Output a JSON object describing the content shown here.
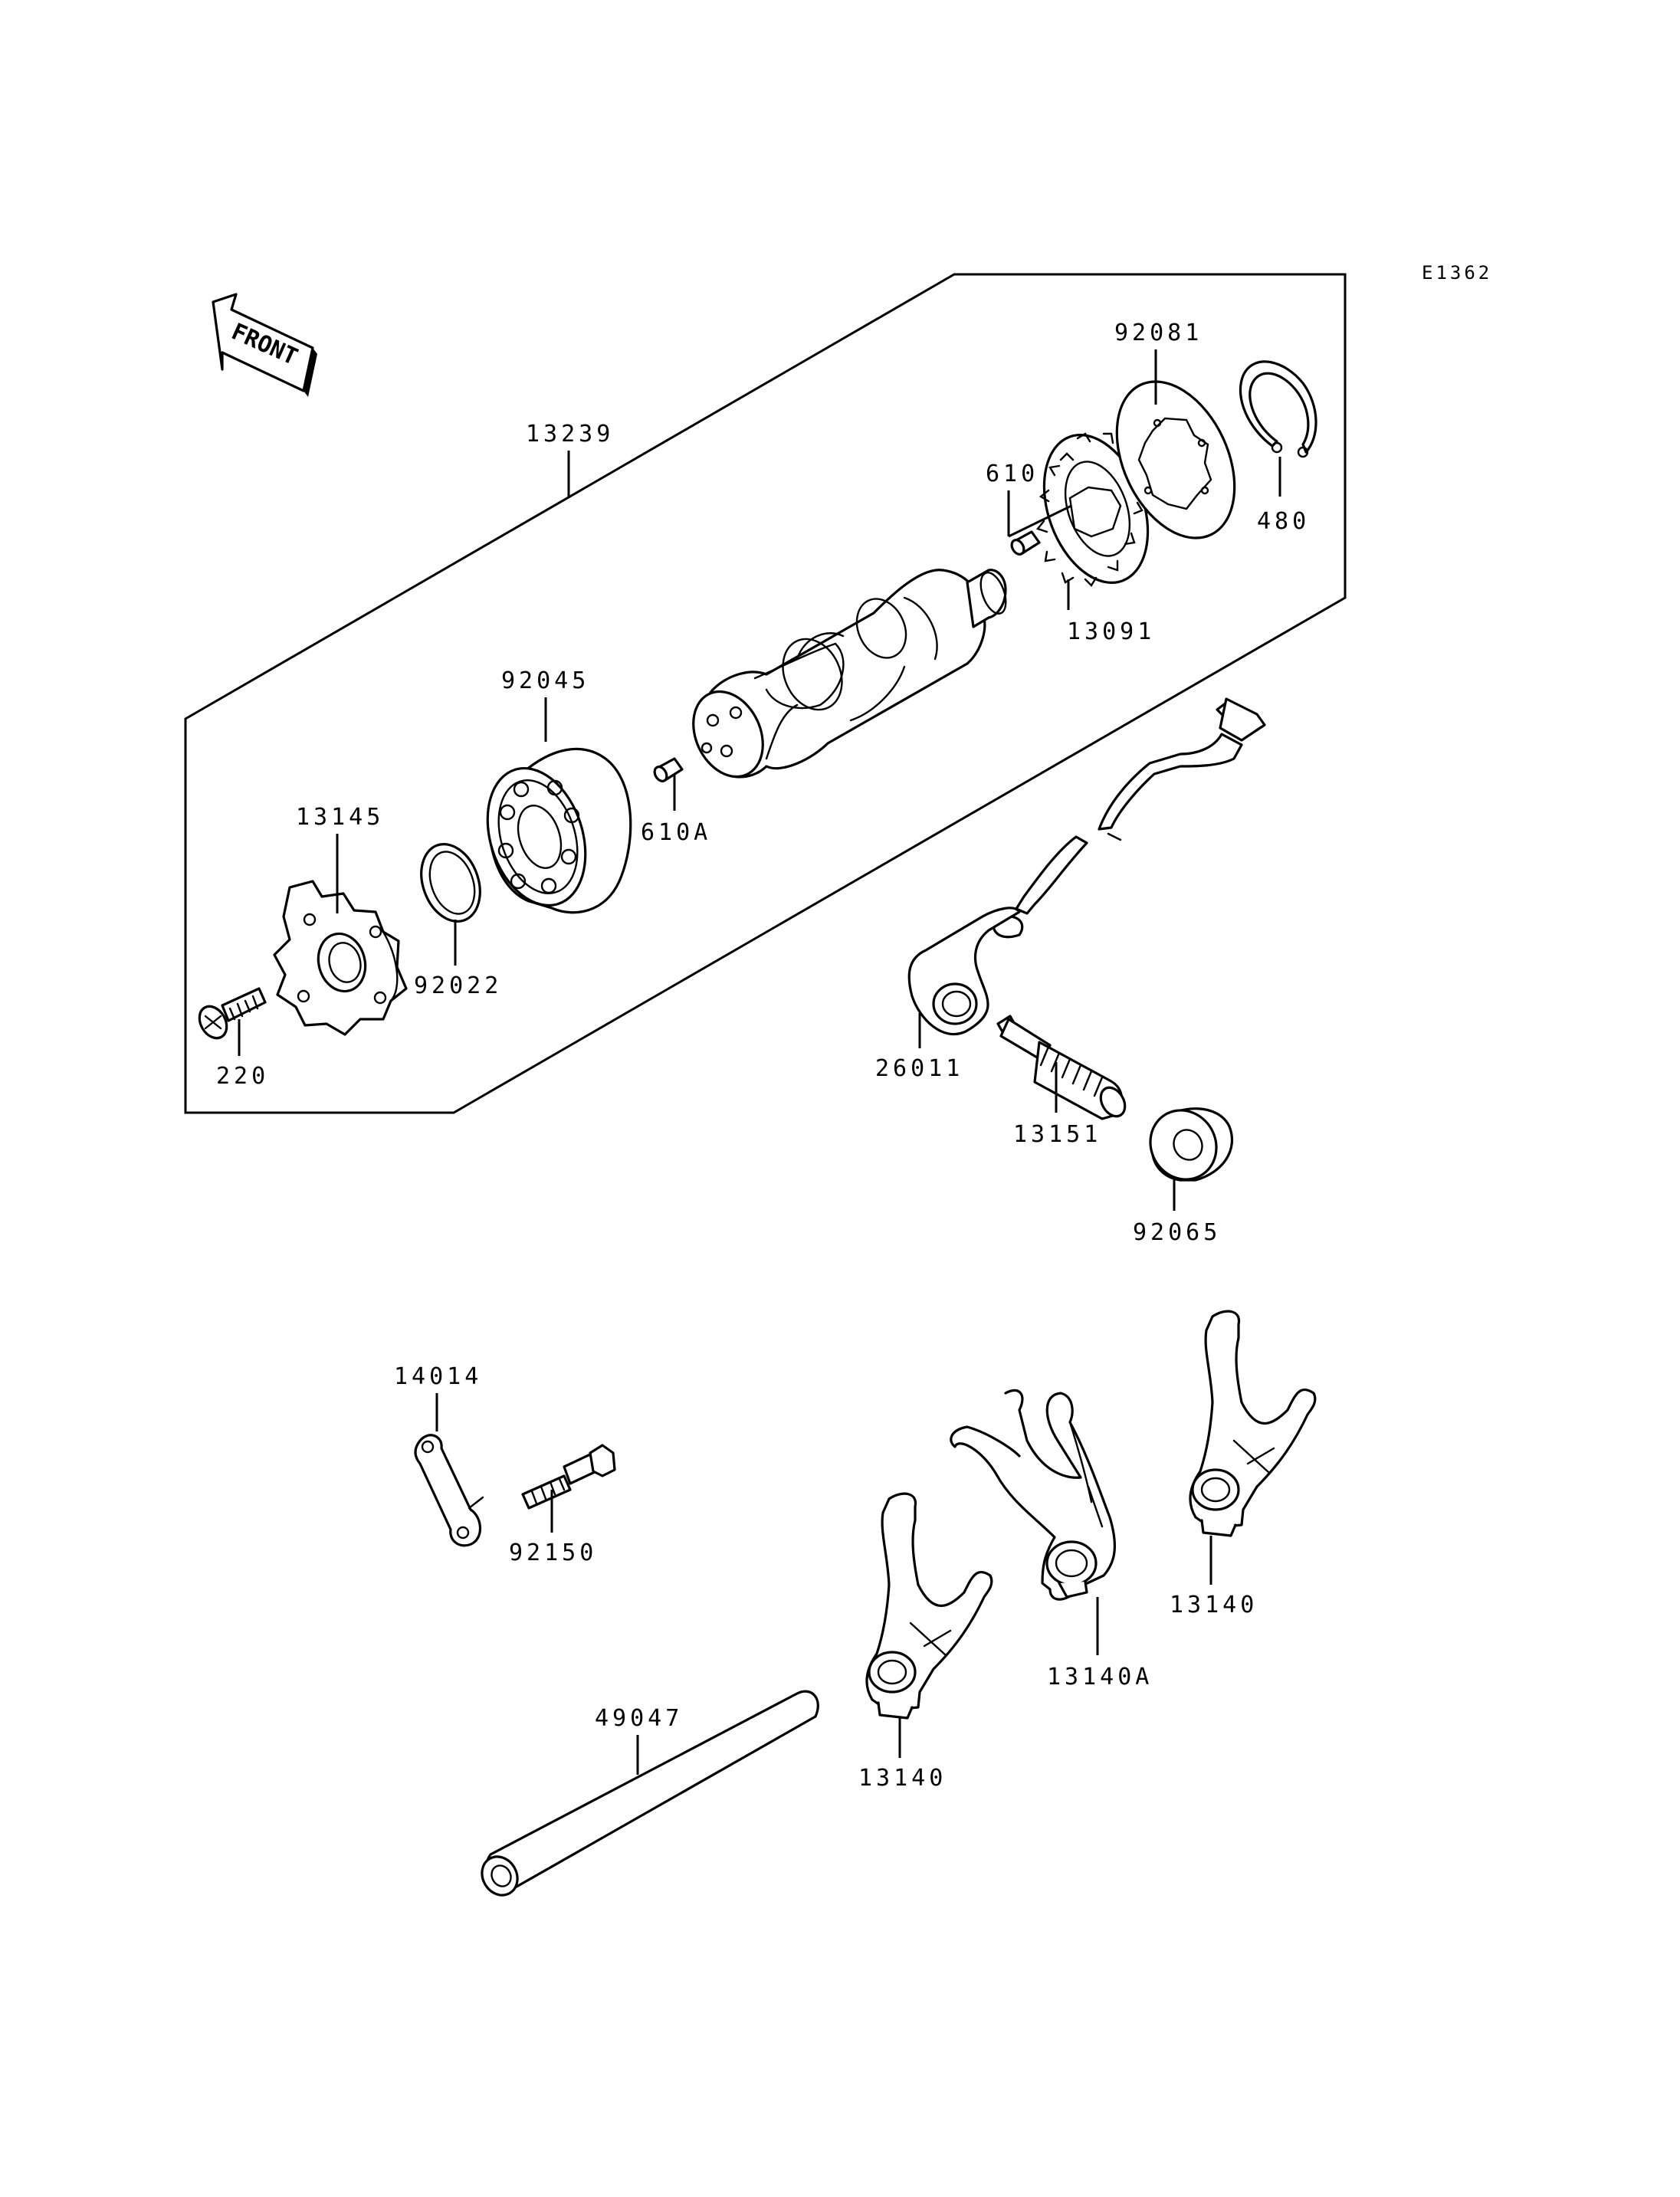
{
  "diagram": {
    "code": "E1362",
    "front_label": "FRONT",
    "parts": {
      "p13239": "13239",
      "p92081": "92081",
      "p480": "480",
      "p610": "610",
      "p13091": "13091",
      "p92045": "92045",
      "p610A": "610A",
      "p13145": "13145",
      "p92022": "92022",
      "p220": "220",
      "p26011": "26011",
      "p13151": "13151",
      "p92065": "92065",
      "p14014": "14014",
      "p92150": "92150",
      "p13140a": "13140",
      "p13140A": "13140A",
      "p13140b": "13140",
      "p49047": "49047"
    }
  }
}
